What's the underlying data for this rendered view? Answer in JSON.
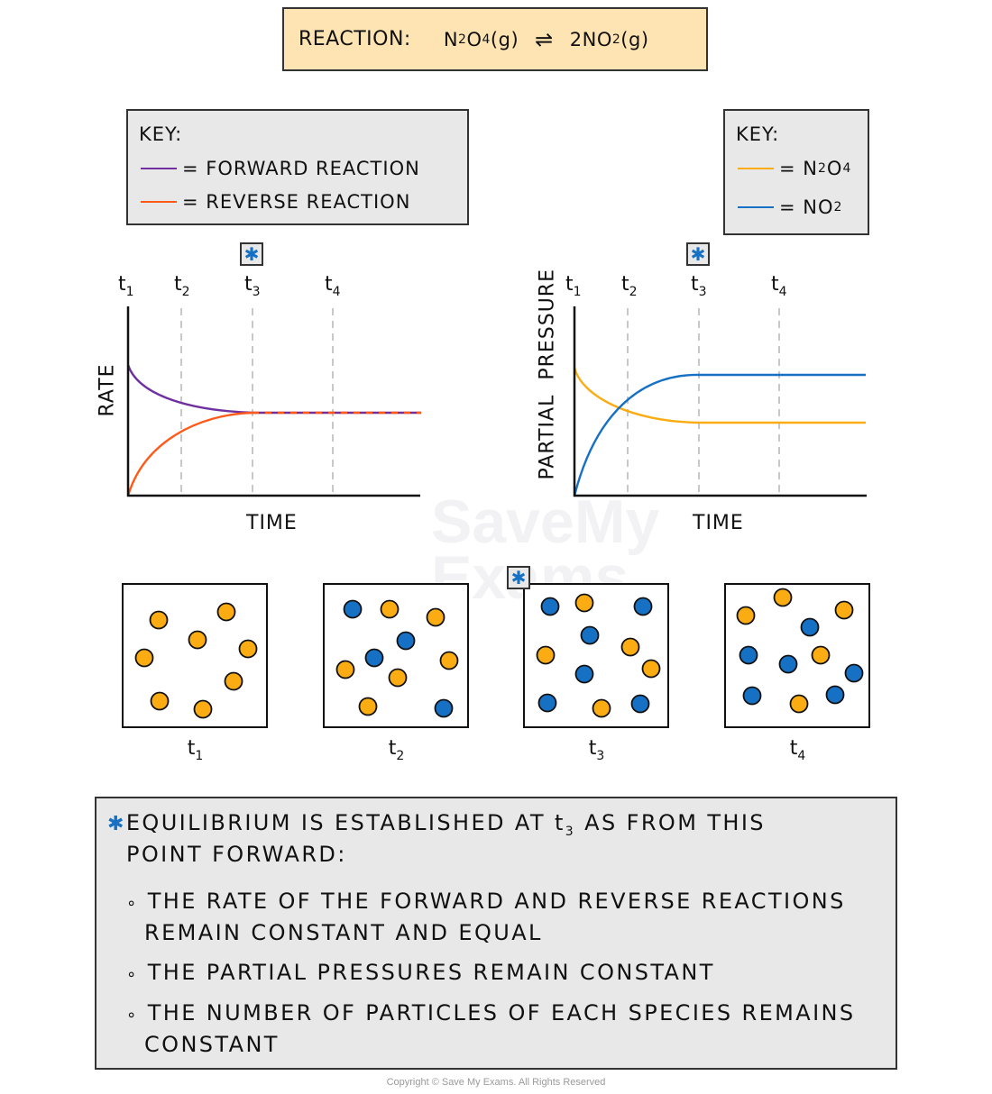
{
  "reaction": {
    "label": "REACTION:",
    "reactant": {
      "main": "N",
      "sub1": "2",
      "mid": "O",
      "sub2": "4",
      "state": "(g)"
    },
    "arrow": "⇌",
    "product": {
      "coef": "2",
      "main": "NO",
      "sub": "2",
      "state": "(g)"
    }
  },
  "key_rate": {
    "title": "KEY:",
    "items": [
      {
        "label": "= FORWARD  REACTION",
        "color": "#7030a0"
      },
      {
        "label": "= REVERSE  REACTION",
        "color": "#ff5a1a"
      }
    ]
  },
  "key_pressure": {
    "title": "KEY:",
    "items": [
      {
        "prefix": "= N",
        "sub1": "2",
        "mid": "O",
        "sub2": "4",
        "color": "#fbac13"
      },
      {
        "prefix": "= NO",
        "sub1": "2",
        "color": "#1670c4"
      }
    ]
  },
  "marker": {
    "symbol": "✱",
    "color": "#1670c4"
  },
  "time_labels": [
    {
      "t": "t",
      "n": "1"
    },
    {
      "t": "t",
      "n": "2"
    },
    {
      "t": "t",
      "n": "3"
    },
    {
      "t": "t",
      "n": "4"
    }
  ],
  "chart_data": [
    {
      "type": "line",
      "title": "Rate vs Time",
      "xlabel": "TIME",
      "ylabel": "RATE",
      "x_markers": [
        "t1",
        "t2",
        "t3",
        "t4"
      ],
      "equilibrium_at": "t3",
      "x": [
        0,
        0.5,
        1,
        1.5,
        2,
        2.5,
        3,
        3.5,
        4
      ],
      "series": [
        {
          "name": "FORWARD REACTION",
          "color": "#7030a0",
          "values": [
            1.0,
            0.78,
            0.68,
            0.62,
            0.6,
            0.6,
            0.6,
            0.6,
            0.6
          ]
        },
        {
          "name": "REVERSE REACTION",
          "color": "#ff5a1a",
          "values": [
            0.0,
            0.35,
            0.48,
            0.56,
            0.6,
            0.6,
            0.6,
            0.6,
            0.6
          ]
        }
      ],
      "grid": "dashed vertical at t2, t3, t4",
      "legend_position": "top-left box"
    },
    {
      "type": "line",
      "title": "Partial Pressure vs Time",
      "xlabel": "TIME",
      "ylabel": "PARTIAL  PRESSURE",
      "x_markers": [
        "t1",
        "t2",
        "t3",
        "t4"
      ],
      "equilibrium_at": "t3",
      "x": [
        0,
        0.5,
        1,
        1.5,
        2,
        2.5,
        3,
        3.5,
        4
      ],
      "series": [
        {
          "name": "N2O4",
          "color": "#fbac13",
          "values": [
            1.0,
            0.78,
            0.7,
            0.66,
            0.65,
            0.65,
            0.65,
            0.65,
            0.65
          ]
        },
        {
          "name": "NO2",
          "color": "#1670c4",
          "values": [
            0.0,
            0.52,
            0.78,
            0.92,
            0.96,
            0.96,
            0.96,
            0.96,
            0.96
          ]
        }
      ],
      "grid": "dashed vertical at t2, t3, t4",
      "legend_position": "top-right box"
    }
  ],
  "charts": {
    "rate": {
      "ylabel": "RATE",
      "xlabel": "TIME"
    },
    "pressure": {
      "ylabel": "PARTIAL  PRESSURE",
      "xlabel": "TIME"
    }
  },
  "particles": {
    "colors": {
      "N2O4": "#fbac13",
      "NO2": "#1670c4"
    },
    "boxes": [
      {
        "label": "t",
        "n": "1",
        "N2O4_count": 8,
        "NO2_count": 0
      },
      {
        "label": "t",
        "n": "2",
        "N2O4_count": 6,
        "NO2_count": 4
      },
      {
        "label": "t",
        "n": "3",
        "N2O4_count": 5,
        "NO2_count": 6
      },
      {
        "label": "t",
        "n": "4",
        "N2O4_count": 5,
        "NO2_count": 6
      }
    ]
  },
  "explanation": {
    "star": "✱",
    "line1a": "EQUILIBRIUM  IS  ESTABLISHED  AT  t",
    "line1sub": "3",
    "line1b": " AS  FROM  THIS",
    "line2": "POINT  FORWARD:",
    "bullets": [
      {
        "line1": "THE  RATE  OF  THE  FORWARD  AND  REVERSE  REACTIONS",
        "line2": "REMAIN  CONSTANT  AND  EQUAL"
      },
      {
        "line1": "THE  PARTIAL  PRESSURES  REMAIN  CONSTANT"
      },
      {
        "line1": "THE  NUMBER  OF  PARTICLES  OF  EACH  SPECIES  REMAINS",
        "line2": "CONSTANT"
      }
    ],
    "bullet_symbol": "∘"
  },
  "watermark": {
    "line1": "SaveMy",
    "line2": "Exams"
  },
  "copyright": "Copyright © Save My Exams. All Rights Reserved"
}
